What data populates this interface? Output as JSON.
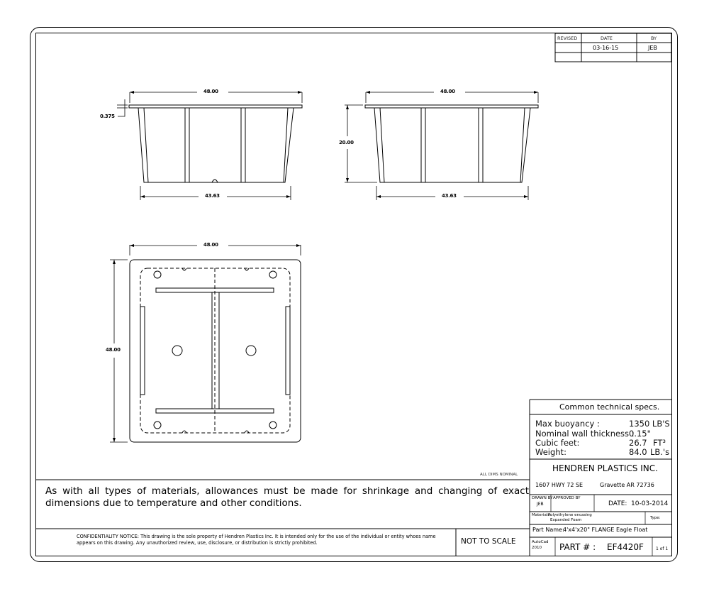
{
  "revision_table": {
    "headers": {
      "revised": "REVISED",
      "date": "DATE",
      "by": "BY"
    },
    "row": {
      "revised": "",
      "date": "03-16-15",
      "by": "JEB"
    }
  },
  "dimensions": {
    "front_top_width": "48.00",
    "front_bottom_width": "43.63",
    "flange_thickness": "0.375",
    "side_top_width": "48.00",
    "side_bottom_width": "43.63",
    "height": "20.00",
    "plan_width": "48.00",
    "plan_depth": "48.00"
  },
  "notes": {
    "all_dims_nominal": "ALL DIMS NOMINAL",
    "allowance": "As with all types of materials, allowances must be made for shrinkage and changing of exact dimensions due to temperature and other conditions.",
    "confidentiality": "CONFIDENTIALITY NOTICE: This drawing is the sole property of Hendren Plastics Inc. It is intended only for the use of the individual or entity whoes name appears on this drawing. Any unauthorized review, use, disclosure, or distribution is strictly prohibited.",
    "not_to_scale": "NOT TO SCALE"
  },
  "specs": {
    "title": "Common technical specs.",
    "buoyancy_label": "Max buoyancy :",
    "buoyancy_value": "1350 LB'S",
    "wall_label": "Nominal wall thickness :",
    "wall_value": "0.15\"",
    "cubic_label": "Cubic feet:",
    "cubic_value": "26.7",
    "cubic_unit": "FT³",
    "weight_label": "Weight:",
    "weight_value": "84.0",
    "weight_unit": "LB.'s"
  },
  "title_block": {
    "company": "HENDREN PLASTICS INC.",
    "address": "1607 HWY 72 SE",
    "city": "Gravette AR 72736",
    "drawn_by_label": "DRAWN BY",
    "drawn_by": "JEB",
    "approved_by_label": "APPROVED BY",
    "date_label": "DATE:",
    "date": "10-03-2014",
    "materials_label": "Materials:",
    "materials_1": "Polyethylene encasing",
    "materials_2": "Expanded Foam",
    "type_label": "Type:",
    "part_name_label": "Part Name:",
    "part_name": "4'x4'x20\" FLANGE Eagle Float",
    "software": "AutoCad",
    "software_year": "2010",
    "part_number_label": "PART # :",
    "part_number": "EF4420F",
    "sheet": "1 of 1"
  }
}
